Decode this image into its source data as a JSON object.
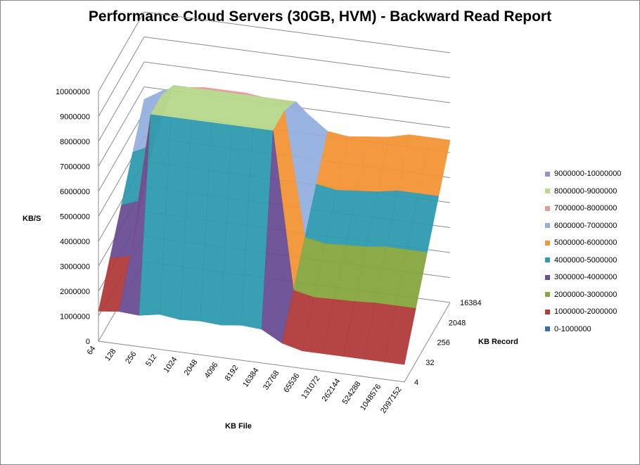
{
  "chart_data": {
    "type": "3d-surface",
    "title": "Performance Cloud Servers (30GB, HVM) - Backward Read Report",
    "zlabel": "KB/S",
    "xlabel": "KB File",
    "ylabel": "KB Record",
    "zlim": [
      0,
      10000000
    ],
    "z_ticks": [
      "0",
      "1000000",
      "2000000",
      "3000000",
      "4000000",
      "5000000",
      "6000000",
      "7000000",
      "8000000",
      "9000000",
      "10000000"
    ],
    "x_ticks": [
      "64",
      "128",
      "256",
      "512",
      "1024",
      "2048",
      "4096",
      "8192",
      "16384",
      "32768",
      "65536",
      "131072",
      "262144",
      "524288",
      "1048576",
      "2097152"
    ],
    "y_ticks": [
      "4",
      "32",
      "256",
      "2048",
      "16384"
    ],
    "legend_position": "right",
    "legend": [
      {
        "label": "9000000-10000000",
        "color": "#9b8fc7"
      },
      {
        "label": "8000000-9000000",
        "color": "#b8d98c"
      },
      {
        "label": "7000000-8000000",
        "color": "#e79b98"
      },
      {
        "label": "6000000-7000000",
        "color": "#95b0e0"
      },
      {
        "label": "5000000-6000000",
        "color": "#f39436"
      },
      {
        "label": "4000000-5000000",
        "color": "#2f9aae"
      },
      {
        "label": "3000000-4000000",
        "color": "#6a4d94"
      },
      {
        "label": "2000000-3000000",
        "color": "#86a73f"
      },
      {
        "label": "1000000-2000000",
        "color": "#b23b3b"
      },
      {
        "label": "0-1000000",
        "color": "#3c6ead"
      }
    ],
    "series_front_row": {
      "record_kb": 4,
      "x": [
        "64",
        "128",
        "256",
        "512",
        "1024",
        "2048",
        "4096",
        "8192",
        "16384",
        "32768",
        "65536",
        "131072",
        "262144",
        "524288",
        "1048576",
        "2097152"
      ],
      "values": [
        1200000,
        1300000,
        1250000,
        1400000,
        1300000,
        1350000,
        1300000,
        1400000,
        1350000,
        900000,
        700000,
        700000,
        700000,
        700000,
        700000,
        700000
      ]
    },
    "series_back_row": {
      "record_kb": 16384,
      "x": [
        "64",
        "128",
        "256",
        "512",
        "1024",
        "2048",
        "4096",
        "8192",
        "16384",
        "32768",
        "65536",
        "131072",
        "262144",
        "524288",
        "1048576",
        "2097152"
      ],
      "values": [
        6500000,
        7000000,
        7200000,
        7300000,
        7300000,
        7300000,
        7200000,
        7000000,
        6800000,
        6200000,
        6100000,
        6200000,
        6300000,
        6500000,
        6500000,
        6500000
      ]
    },
    "peak_region": {
      "record_kb_range": [
        "32",
        "2048"
      ],
      "file_kb_range": [
        "256",
        "16384"
      ],
      "approx_value": 8500000
    }
  }
}
